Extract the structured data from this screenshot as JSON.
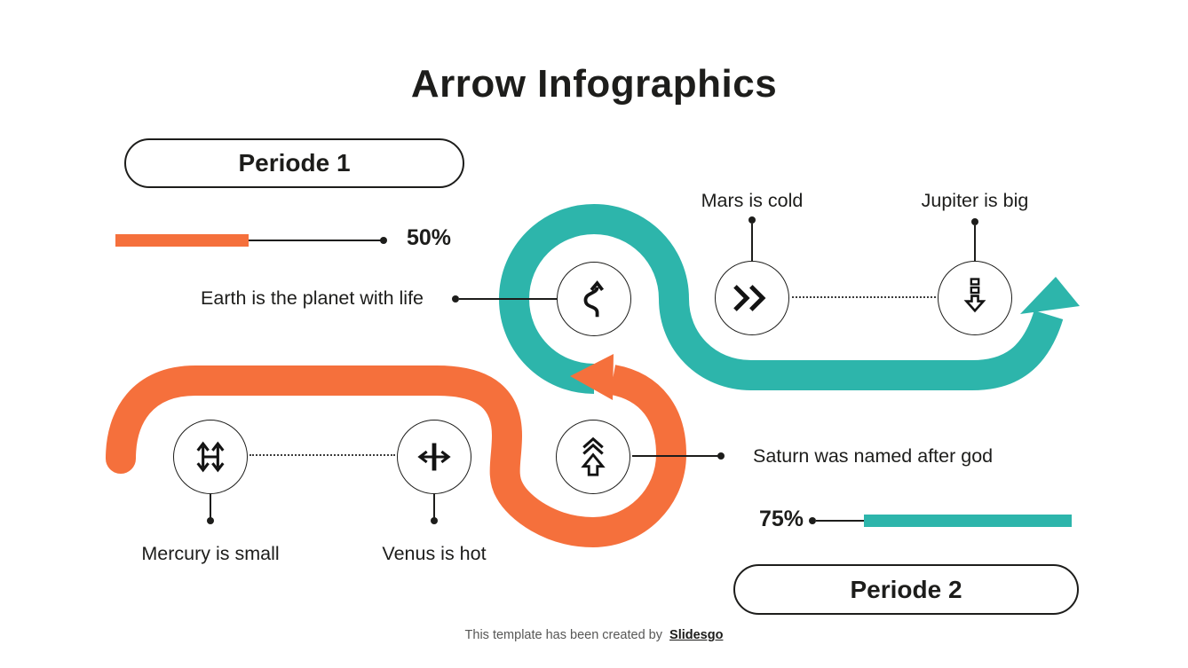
{
  "title": "Arrow Infographics",
  "badges": [
    {
      "label": "Periode 1"
    },
    {
      "label": "Periode 2"
    }
  ],
  "progress_bars": [
    {
      "label": "50%",
      "percent": 50,
      "color": "#f5703c"
    },
    {
      "label": "75%",
      "percent": 75,
      "color": "#2db5ab"
    }
  ],
  "nodes": [
    {
      "label": "Earth is the planet with life",
      "icon": "winding-road-arrow-icon"
    },
    {
      "label": "Mars is cold",
      "icon": "double-chevron-right-icon"
    },
    {
      "label": "Jupiter is big",
      "icon": "dashed-down-arrow-icon"
    },
    {
      "label": "Mercury is small",
      "icon": "up-down-arrows-icon"
    },
    {
      "label": "Venus is hot",
      "icon": "left-right-arrow-cross-icon"
    },
    {
      "label": "Saturn was named after god",
      "icon": "fast-up-arrow-icon"
    }
  ],
  "arrows": [
    {
      "name": "teal-snake-arrow",
      "color": "#2db5ab"
    },
    {
      "name": "orange-snake-arrow",
      "color": "#f5703c"
    }
  ],
  "footer": {
    "text": "This template has been created by",
    "brand": "Slidesgo"
  }
}
